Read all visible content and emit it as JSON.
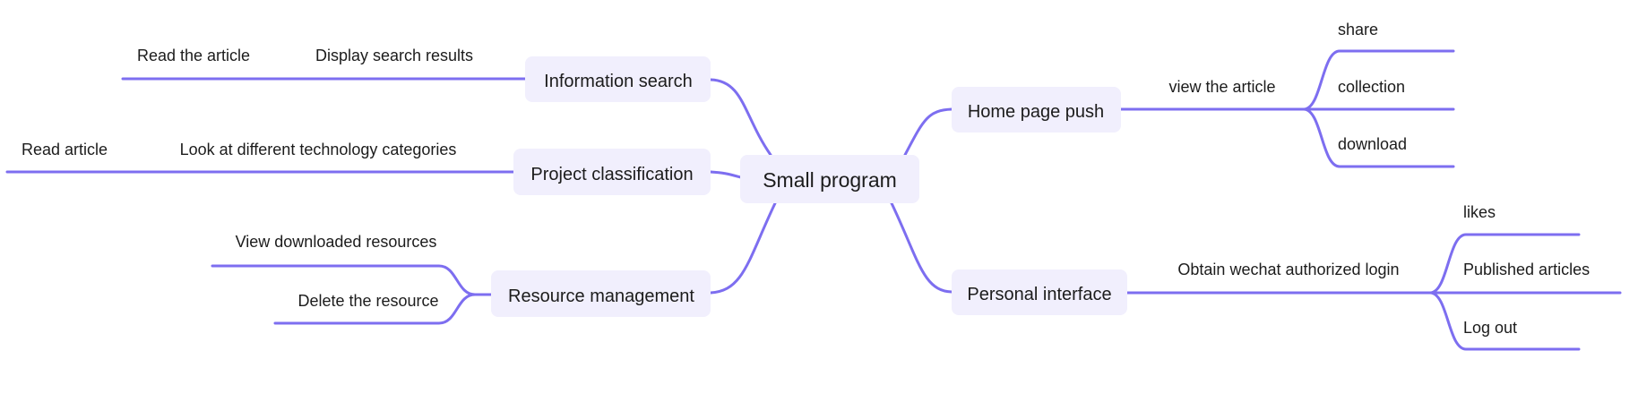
{
  "mindmap": {
    "root": "Small program",
    "left": [
      {
        "label": "Information search",
        "children": [
          {
            "label": "Display search results",
            "children": [
              {
                "label": "Read the article"
              }
            ]
          }
        ]
      },
      {
        "label": "Project classification",
        "children": [
          {
            "label": "Look at different technology categories",
            "children": [
              {
                "label": "Read article"
              }
            ]
          }
        ]
      },
      {
        "label": "Resource management",
        "children": [
          {
            "label": "View downloaded resources"
          },
          {
            "label": "Delete the resource"
          }
        ]
      }
    ],
    "right": [
      {
        "label": "Home page push",
        "children": [
          {
            "label": "view the article",
            "children": [
              {
                "label": "share"
              },
              {
                "label": "collection"
              },
              {
                "label": "download"
              }
            ]
          }
        ]
      },
      {
        "label": "Personal interface",
        "children": [
          {
            "label": "Obtain wechat authorized login",
            "children": [
              {
                "label": "likes"
              },
              {
                "label": "Published articles"
              },
              {
                "label": "Log out"
              }
            ]
          }
        ]
      }
    ]
  },
  "colors": {
    "line": "#7d6ef0",
    "node_fill": "#f1effd",
    "text": "#1c1c1c",
    "background": "#ffffff"
  }
}
